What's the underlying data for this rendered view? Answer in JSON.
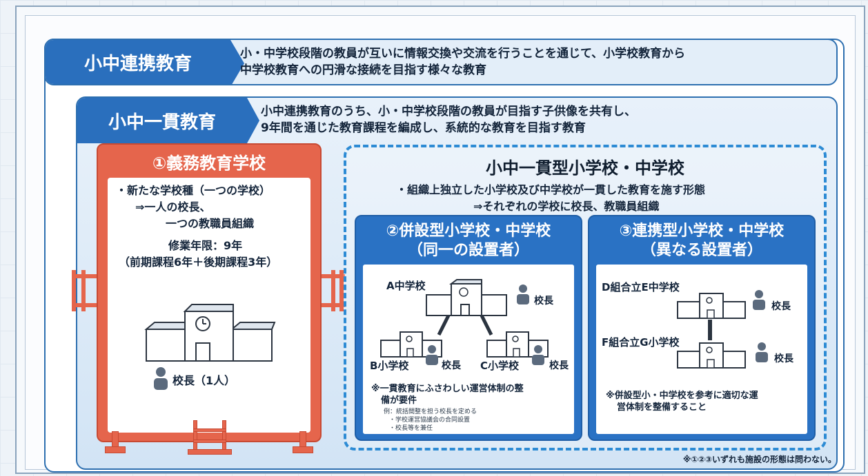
{
  "renkei": {
    "title": "小中連携教育",
    "desc_line1": "小・中学校段階の教員が互いに情報交換や交流を行うことを通じて、小学校教育から",
    "desc_line2": "中学校教育への円滑な接続を目指す様々な教育"
  },
  "ikkan": {
    "title": "小中一貫教育",
    "desc_line1": "小中連携教育のうち、小・中学校段階の教員が目指す子供像を共有し、",
    "desc_line2": "9年間を通じた教育課程を編成し、系統的な教育を目指す教育"
  },
  "gimu": {
    "title": "①義務教育学校",
    "bullet": "・新たな学校種（一つの学校）",
    "arrow1": "⇒一人の校長、",
    "arrow2": "一つの教職員組織",
    "years": "修業年限：9年",
    "years_detail": "（前期課程6年＋後期課程3年）",
    "principal": "校長（1人）"
  },
  "gata": {
    "title": "小中一貫型小学校・中学校",
    "bullet": "・組織上独立した小学校及び中学校が一貫した教育を施す形態",
    "arrow": "⇒それぞれの学校に校長、教職員組織"
  },
  "heisetsu": {
    "title1": "②併設型小学校・中学校",
    "title2": "（同一の設置者）",
    "junior": "A中学校",
    "elem_b": "B小学校",
    "elem_c": "C小学校",
    "principal": "校長",
    "note1": "※一貫教育にふさわしい運営体制の整",
    "note2": "備が要件",
    "small1": "例：統括間整を担う校長を定める",
    "small2": "・学校運営協議会の合同設置",
    "small3": "・校長等を兼任"
  },
  "renkeigata": {
    "title1": "③連携型小学校・中学校",
    "title2": "（異なる設置者）",
    "junior": "D組合立E中学校",
    "elem": "F組合立G小学校",
    "principal": "校長",
    "note1": "※併設型小・中学校を参考に適切な運",
    "note2": "営体制を整備すること"
  },
  "footnote": "※①②③いずれも施設の形態は問わない。",
  "colors": {
    "blue": "#2a6fbd",
    "red": "#e5654c",
    "dashed": "#2d8bd4"
  },
  "icons": [
    "school-building-icon",
    "person-icon",
    "clock-icon"
  ]
}
